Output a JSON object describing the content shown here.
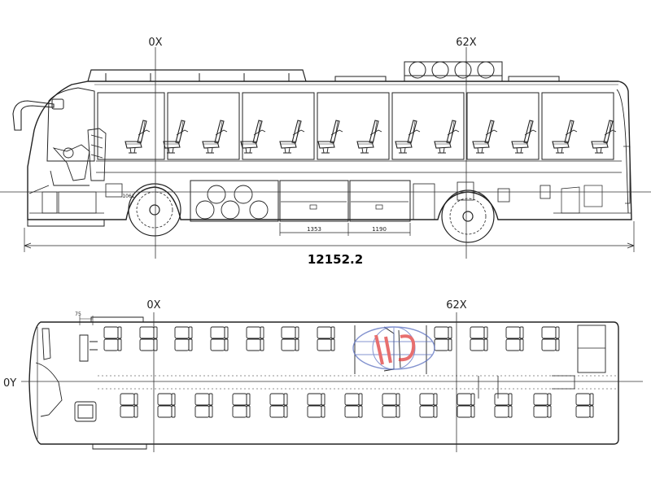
{
  "side_view": {
    "axis_front": "0X",
    "axis_rear": "62X",
    "overall_length": "12152.2",
    "bay_dim_1": "1353",
    "bay_dim_2": "1190",
    "tag_left": "1061"
  },
  "top_view": {
    "axis_front": "0X",
    "axis_rear": "62X",
    "axis_center": "0Y",
    "offset_dim": "75"
  },
  "colors": {
    "line": "#222222",
    "watermark_red": "#e04040",
    "watermark_blue": "#5a6fc0"
  },
  "icons": {
    "watermark": "globe-logo-icon"
  }
}
